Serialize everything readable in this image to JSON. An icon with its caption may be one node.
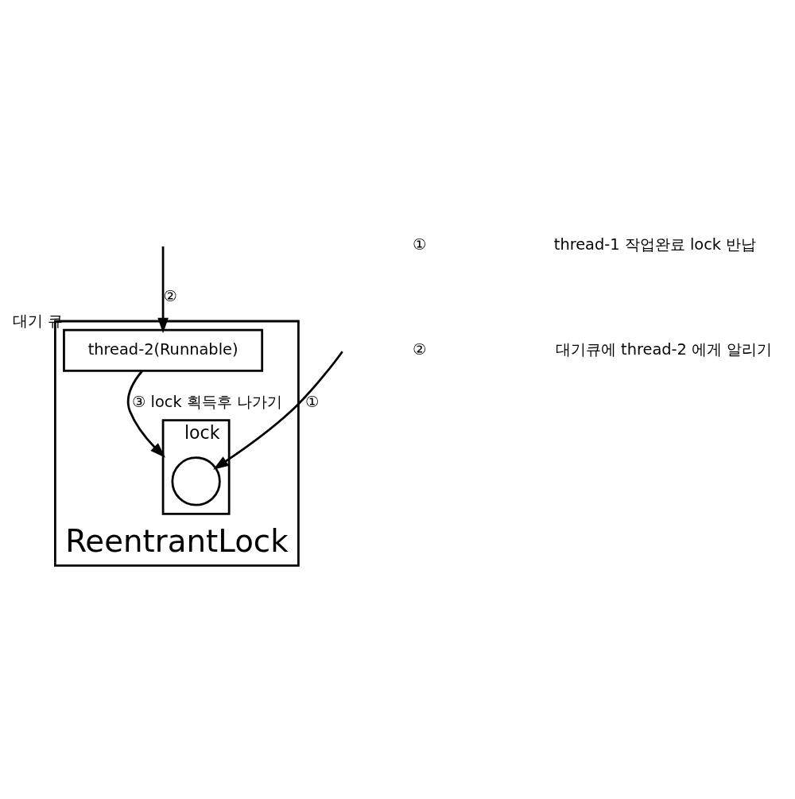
{
  "diagram": {
    "nodes": [
      {
        "text": [
          "ReentrantLock"
        ]
      },
      {
        "text": [
          "lock"
        ],
        "in": 0
      },
      {
        "text": [],
        "shape": "circle",
        "in": 1
      },
      {
        "text": [
          "thread-2(Runnable)"
        ],
        "beside": [
          "대기 큐"
        ],
        "in": 0
      }
    ],
    "edges": [
      {
        "from": null,
        "to": 2,
        "arrow": "to",
        "label": "①"
      },
      {
        "from": null,
        "to": 3,
        "arrow": "to",
        "label": "②"
      },
      {
        "from": 3,
        "to": 1,
        "arrow": "to",
        "label": "③ lock 획득후 나가기"
      }
    ],
    "labels": [
      "①",
      "thread-1 작업완료 lock 반납",
      "②",
      "대기큐에 thread-2 에게 알리기"
    ]
  }
}
